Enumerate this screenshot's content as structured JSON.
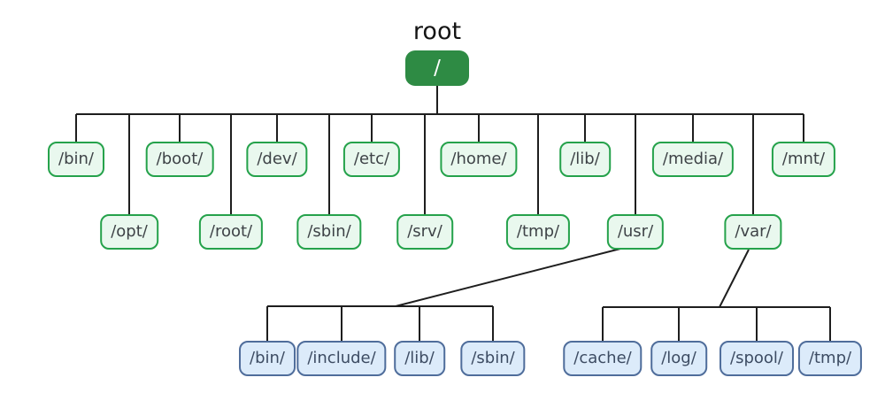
{
  "tree": {
    "root": {
      "caption": "root",
      "label": "/"
    },
    "children_row1": [
      "/bin/",
      "/boot/",
      "/dev/",
      "/etc/",
      "/home/",
      "/lib/",
      "/media/",
      "/mnt/"
    ],
    "children_row2": [
      "/opt/",
      "/root/",
      "/sbin/",
      "/srv/",
      "/tmp/",
      "/usr/",
      "/var/"
    ],
    "usr_children": [
      "/bin/",
      "/include/",
      "/lib/",
      "/sbin/"
    ],
    "var_children": [
      "/cache/",
      "/log/",
      "/spool/",
      "/tmp/"
    ],
    "colors": {
      "root_fill": "#2e8b44",
      "root_text": "#ffffff",
      "dir_fill": "#e9f8ee",
      "dir_border": "#25a24b",
      "dir_text": "#3e4347",
      "subdir_fill": "#dcebfa",
      "subdir_border": "#4f6d9b",
      "subdir_text": "#3d4c63",
      "line": "#1e1e1e"
    }
  }
}
